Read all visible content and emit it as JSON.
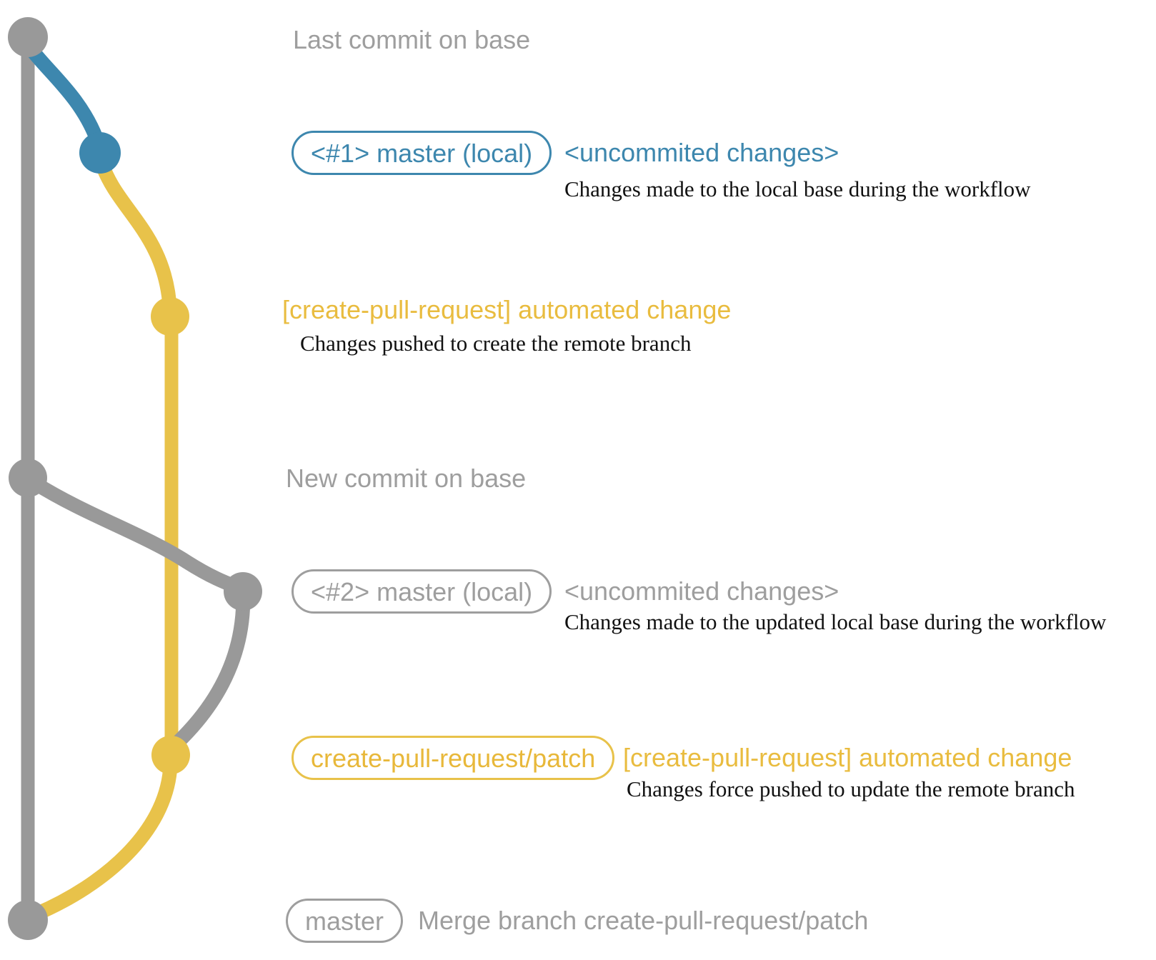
{
  "colors": {
    "base_gray": "#999999",
    "text_gray": "#9e9e9e",
    "blue": "#3d87ae",
    "yellow": "#e8c24a",
    "note_black": "#111111"
  },
  "graph": {
    "branches": [
      {
        "name": "base-branch",
        "color": "#999999"
      },
      {
        "name": "local-master-branch",
        "color": "#3d87ae"
      },
      {
        "name": "create-pull-request-patch-branch",
        "color": "#e8c24a"
      }
    ],
    "nodes": [
      {
        "name": "last-commit-on-base",
        "color": "#999999"
      },
      {
        "name": "local-uncommitted-1",
        "color": "#3d87ae"
      },
      {
        "name": "remote-branch-commit-1",
        "color": "#e8c24a"
      },
      {
        "name": "new-commit-on-base",
        "color": "#999999"
      },
      {
        "name": "local-uncommitted-2",
        "color": "#999999"
      },
      {
        "name": "remote-branch-commit-2",
        "color": "#e8c24a"
      },
      {
        "name": "merge-commit",
        "color": "#999999"
      }
    ]
  },
  "rows": {
    "last_commit": {
      "label": "Last commit on base"
    },
    "local1": {
      "badge": "<#1> master (local)",
      "tag": "<uncommited changes>",
      "note": "Changes made to the local base during the workflow"
    },
    "push1": {
      "tag": "[create-pull-request] automated change",
      "note": "Changes pushed to create the remote branch"
    },
    "new_commit": {
      "label": "New commit on base"
    },
    "local2": {
      "badge": "<#2> master (local)",
      "tag": "<uncommited changes>",
      "note": "Changes made to the updated local base during the workflow"
    },
    "push2": {
      "badge": "create-pull-request/patch",
      "tag": "[create-pull-request] automated change",
      "note": "Changes force pushed to update the remote branch"
    },
    "merge": {
      "badge": "master",
      "tag": "Merge branch create-pull-request/patch"
    }
  }
}
